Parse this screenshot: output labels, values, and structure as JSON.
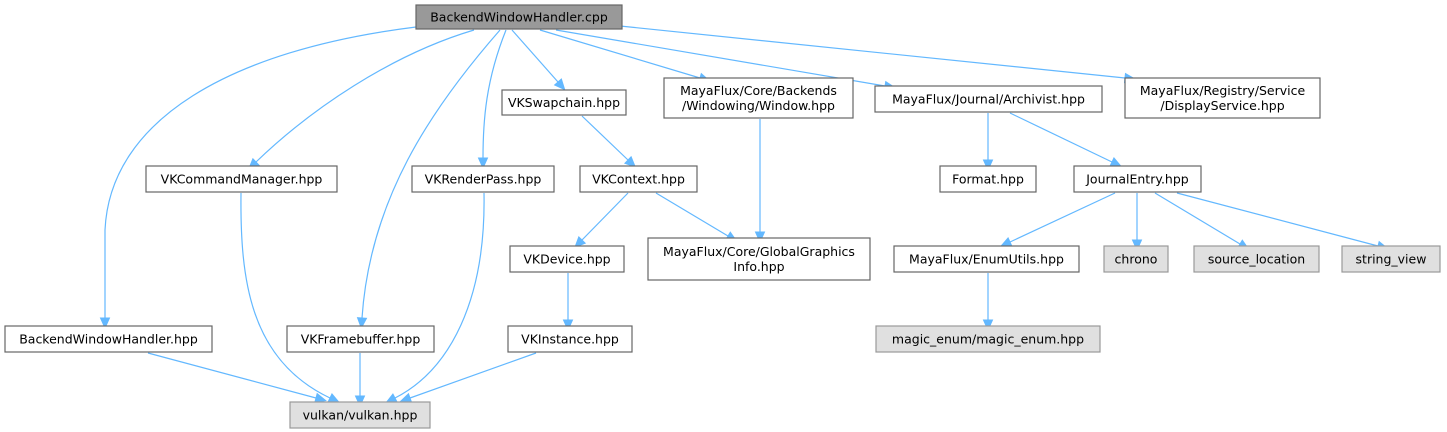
{
  "title": "BackendWindowHandler.cpp include dependency graph",
  "colors": {
    "edge": "#63b8ff",
    "root_fill": "#999999",
    "local_fill": "#ffffff",
    "system_fill": "#e0e0e0"
  },
  "nodes": [
    {
      "id": "root",
      "kind": "root",
      "lines": [
        "BackendWindowHandler.cpp"
      ]
    },
    {
      "id": "swapchain",
      "kind": "local",
      "lines": [
        "VKSwapchain.hpp"
      ]
    },
    {
      "id": "window",
      "kind": "local",
      "lines": [
        "MayaFlux/Core/Backends",
        "/Windowing/Window.hpp"
      ]
    },
    {
      "id": "archivist",
      "kind": "local",
      "lines": [
        "MayaFlux/Journal/Archivist.hpp"
      ]
    },
    {
      "id": "displayservice",
      "kind": "local",
      "lines": [
        "MayaFlux/Registry/Service",
        "/DisplayService.hpp"
      ]
    },
    {
      "id": "cmdmanager",
      "kind": "local",
      "lines": [
        "VKCommandManager.hpp"
      ]
    },
    {
      "id": "renderpass",
      "kind": "local",
      "lines": [
        "VKRenderPass.hpp"
      ]
    },
    {
      "id": "context",
      "kind": "local",
      "lines": [
        "VKContext.hpp"
      ]
    },
    {
      "id": "format",
      "kind": "local",
      "lines": [
        "Format.hpp"
      ]
    },
    {
      "id": "journalentry",
      "kind": "local",
      "lines": [
        "JournalEntry.hpp"
      ]
    },
    {
      "id": "device",
      "kind": "local",
      "lines": [
        "VKDevice.hpp"
      ]
    },
    {
      "id": "globalgfx",
      "kind": "local",
      "lines": [
        "MayaFlux/Core/GlobalGraphics",
        "Info.hpp"
      ]
    },
    {
      "id": "enumutils",
      "kind": "local",
      "lines": [
        "MayaFlux/EnumUtils.hpp"
      ]
    },
    {
      "id": "chrono",
      "kind": "system",
      "lines": [
        "chrono"
      ]
    },
    {
      "id": "sourcelocation",
      "kind": "system",
      "lines": [
        "source_location"
      ]
    },
    {
      "id": "stringview",
      "kind": "system",
      "lines": [
        "string_view"
      ]
    },
    {
      "id": "bwh_hpp",
      "kind": "local",
      "lines": [
        "BackendWindowHandler.hpp"
      ]
    },
    {
      "id": "framebuffer",
      "kind": "local",
      "lines": [
        "VKFramebuffer.hpp"
      ]
    },
    {
      "id": "instance",
      "kind": "local",
      "lines": [
        "VKInstance.hpp"
      ]
    },
    {
      "id": "magicenum",
      "kind": "system",
      "lines": [
        "magic_enum/magic_enum.hpp"
      ]
    },
    {
      "id": "vulkan",
      "kind": "system",
      "lines": [
        "vulkan/vulkan.hpp"
      ]
    }
  ],
  "edges": [
    [
      "root",
      "bwh_hpp"
    ],
    [
      "root",
      "cmdmanager"
    ],
    [
      "root",
      "framebuffer"
    ],
    [
      "root",
      "renderpass"
    ],
    [
      "root",
      "swapchain"
    ],
    [
      "root",
      "window"
    ],
    [
      "root",
      "archivist"
    ],
    [
      "root",
      "displayservice"
    ],
    [
      "swapchain",
      "context"
    ],
    [
      "window",
      "globalgfx"
    ],
    [
      "archivist",
      "format"
    ],
    [
      "archivist",
      "journalentry"
    ],
    [
      "context",
      "device"
    ],
    [
      "context",
      "globalgfx"
    ],
    [
      "device",
      "instance"
    ],
    [
      "journalentry",
      "enumutils"
    ],
    [
      "journalentry",
      "chrono"
    ],
    [
      "journalentry",
      "sourcelocation"
    ],
    [
      "journalentry",
      "stringview"
    ],
    [
      "enumutils",
      "magicenum"
    ],
    [
      "cmdmanager",
      "vulkan"
    ],
    [
      "renderpass",
      "vulkan"
    ],
    [
      "bwh_hpp",
      "vulkan"
    ],
    [
      "framebuffer",
      "vulkan"
    ],
    [
      "instance",
      "vulkan"
    ]
  ]
}
